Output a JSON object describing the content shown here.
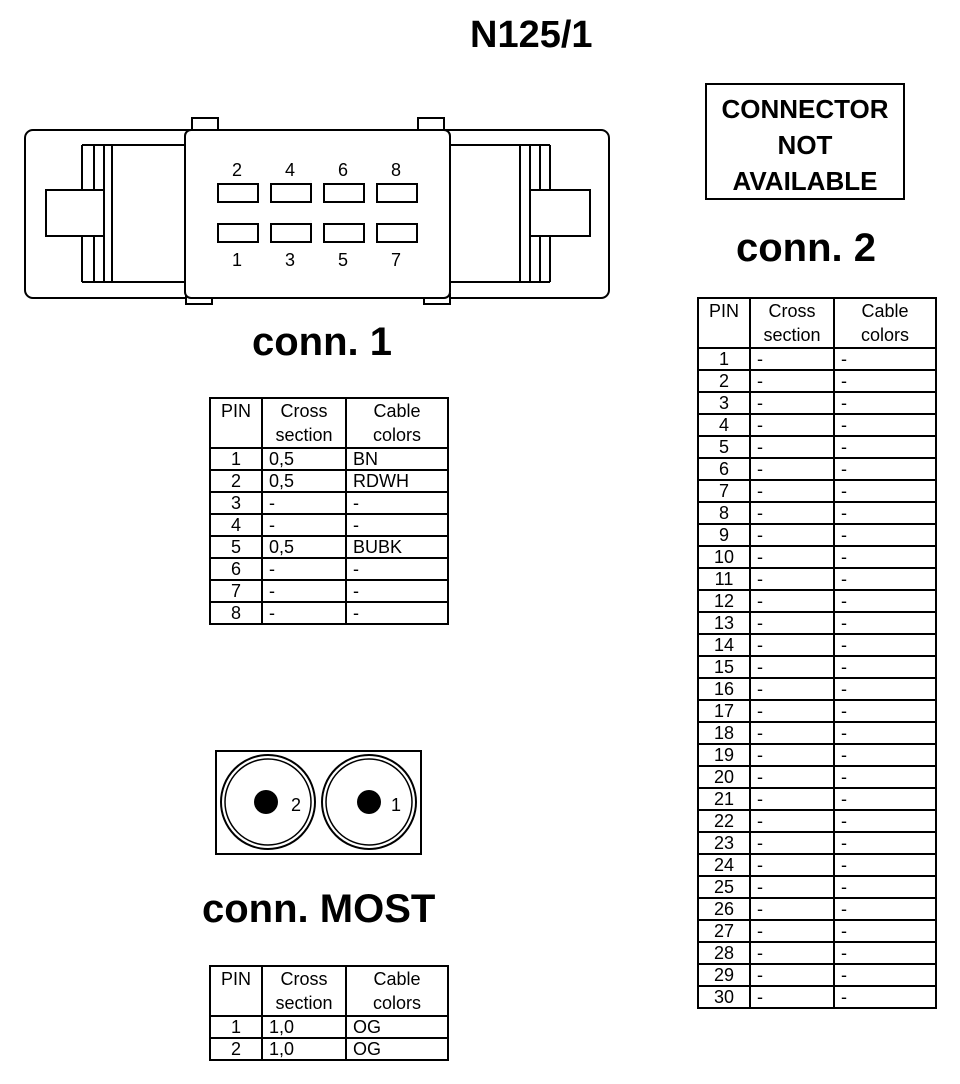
{
  "title": "N125/1",
  "conn1": {
    "label": "conn. 1",
    "pin_labels_top": [
      "2",
      "4",
      "6",
      "8"
    ],
    "pin_labels_bottom": [
      "1",
      "3",
      "5",
      "7"
    ],
    "headers": {
      "pin": "PIN",
      "cross_1": "Cross",
      "cross_2": "section",
      "cable_1": "Cable",
      "cable_2": "colors"
    },
    "rows": [
      {
        "pin": "1",
        "cross": "0,5",
        "color": "BN"
      },
      {
        "pin": "2",
        "cross": "0,5",
        "color": "RDWH"
      },
      {
        "pin": "3",
        "cross": "-",
        "color": "-"
      },
      {
        "pin": "4",
        "cross": "-",
        "color": "-"
      },
      {
        "pin": "5",
        "cross": "0,5",
        "color": "BUBK"
      },
      {
        "pin": "6",
        "cross": "-",
        "color": "-"
      },
      {
        "pin": "7",
        "cross": "-",
        "color": "-"
      },
      {
        "pin": "8",
        "cross": "-",
        "color": "-"
      }
    ]
  },
  "conn2": {
    "label": "conn. 2",
    "not_available": [
      "CONNECTOR",
      "NOT",
      "AVAILABLE"
    ],
    "headers": {
      "pin": "PIN",
      "cross_1": "Cross",
      "cross_2": "section",
      "cable_1": "Cable",
      "cable_2": "colors"
    },
    "rows": [
      {
        "pin": "1",
        "cross": "-",
        "color": "-"
      },
      {
        "pin": "2",
        "cross": "-",
        "color": "-"
      },
      {
        "pin": "3",
        "cross": "-",
        "color": "-"
      },
      {
        "pin": "4",
        "cross": "-",
        "color": "-"
      },
      {
        "pin": "5",
        "cross": "-",
        "color": "-"
      },
      {
        "pin": "6",
        "cross": "-",
        "color": "-"
      },
      {
        "pin": "7",
        "cross": "-",
        "color": "-"
      },
      {
        "pin": "8",
        "cross": "-",
        "color": "-"
      },
      {
        "pin": "9",
        "cross": "-",
        "color": "-"
      },
      {
        "pin": "10",
        "cross": "-",
        "color": "-"
      },
      {
        "pin": "11",
        "cross": "-",
        "color": "-"
      },
      {
        "pin": "12",
        "cross": "-",
        "color": "-"
      },
      {
        "pin": "13",
        "cross": "-",
        "color": "-"
      },
      {
        "pin": "14",
        "cross": "-",
        "color": "-"
      },
      {
        "pin": "15",
        "cross": "-",
        "color": "-"
      },
      {
        "pin": "16",
        "cross": "-",
        "color": "-"
      },
      {
        "pin": "17",
        "cross": "-",
        "color": "-"
      },
      {
        "pin": "18",
        "cross": "-",
        "color": "-"
      },
      {
        "pin": "19",
        "cross": "-",
        "color": "-"
      },
      {
        "pin": "20",
        "cross": "-",
        "color": "-"
      },
      {
        "pin": "21",
        "cross": "-",
        "color": "-"
      },
      {
        "pin": "22",
        "cross": "-",
        "color": "-"
      },
      {
        "pin": "23",
        "cross": "-",
        "color": "-"
      },
      {
        "pin": "24",
        "cross": "-",
        "color": "-"
      },
      {
        "pin": "25",
        "cross": "-",
        "color": "-"
      },
      {
        "pin": "26",
        "cross": "-",
        "color": "-"
      },
      {
        "pin": "27",
        "cross": "-",
        "color": "-"
      },
      {
        "pin": "28",
        "cross": "-",
        "color": "-"
      },
      {
        "pin": "29",
        "cross": "-",
        "color": "-"
      },
      {
        "pin": "30",
        "cross": "-",
        "color": "-"
      }
    ]
  },
  "most": {
    "label": "conn. MOST",
    "pin_labels": [
      "2",
      "1"
    ],
    "headers": {
      "pin": "PIN",
      "cross_1": "Cross",
      "cross_2": "section",
      "cable_1": "Cable",
      "cable_2": "colors"
    },
    "rows": [
      {
        "pin": "1",
        "cross": "1,0",
        "color": "OG"
      },
      {
        "pin": "2",
        "cross": "1,0",
        "color": "OG"
      }
    ]
  }
}
